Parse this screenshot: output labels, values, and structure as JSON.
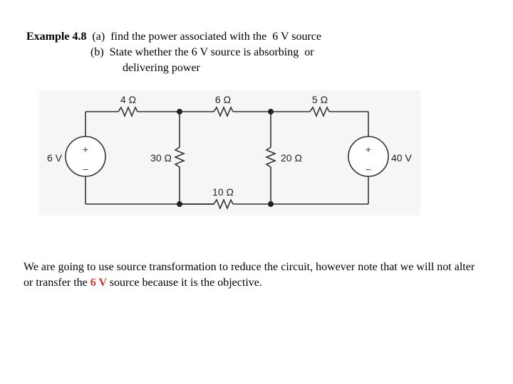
{
  "problem": {
    "line1_bold": "Example 4.8",
    "line1_rest": "  (a)  find the power associated with the  6 V source",
    "line2": "(b)  State whether the 6 V source is absorbing  or",
    "line3": "delivering power"
  },
  "circuit": {
    "r_4": "4 Ω",
    "r_6": "6 Ω",
    "r_5": "5 Ω",
    "r_30": "30 Ω",
    "r_20": "20 Ω",
    "r_10": "10 Ω",
    "v_left": "6 V",
    "v_right": "40 V",
    "plus": "+",
    "minus": "−",
    "colors": {
      "background": "#f6f6f6",
      "wire": "#333333"
    }
  },
  "explanation": {
    "text_before": "We are going to use source transformation to reduce the circuit, however note that we will not alter or transfer the ",
    "highlight": " 6 V ",
    "text_after": " source because it is the objective.",
    "highlight_color": "#c0392b"
  }
}
